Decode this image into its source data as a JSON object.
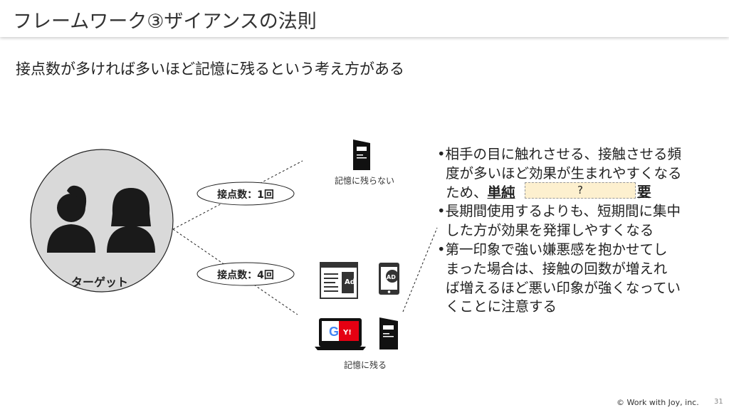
{
  "title": "フレームワーク③ザイアンスの法則",
  "subtitle": "接点数が多ければ多いほど記憶に残るという考え方がある",
  "diagram": {
    "target_label": "ターゲット",
    "contact_1": "接点数：1回",
    "contact_4": "接点数：4回",
    "not_remembered": "記憶に残らない",
    "remembered": "記憶に残る",
    "ad_label": "Ad",
    "ad_bubble": "AD",
    "yahoo_label": "Y!"
  },
  "bullets": {
    "b1_l1": "•相手の目に触れさせる、接触させる頻",
    "b1_l2": "度が多いほど効果が生まれやすくなる",
    "b1_l3a": "ため、",
    "b1_l3b": "単純",
    "b1_l3c": "要",
    "b2_l1": "•長期間使用するよりも、短期間に集中",
    "b2_l2": "した方が効果を発揮しやすくなる",
    "b3_l1": "•第一印象で強い嫌悪感を抱かせてし",
    "b3_l2": "まった場合は、接触の回数が増えれ",
    "b3_l3": "ば増えるほど悪い印象が強くなってい",
    "b3_l4": "くことに注意する"
  },
  "popup": "?",
  "footer": "© Work with Joy, inc.",
  "page_number": "31"
}
